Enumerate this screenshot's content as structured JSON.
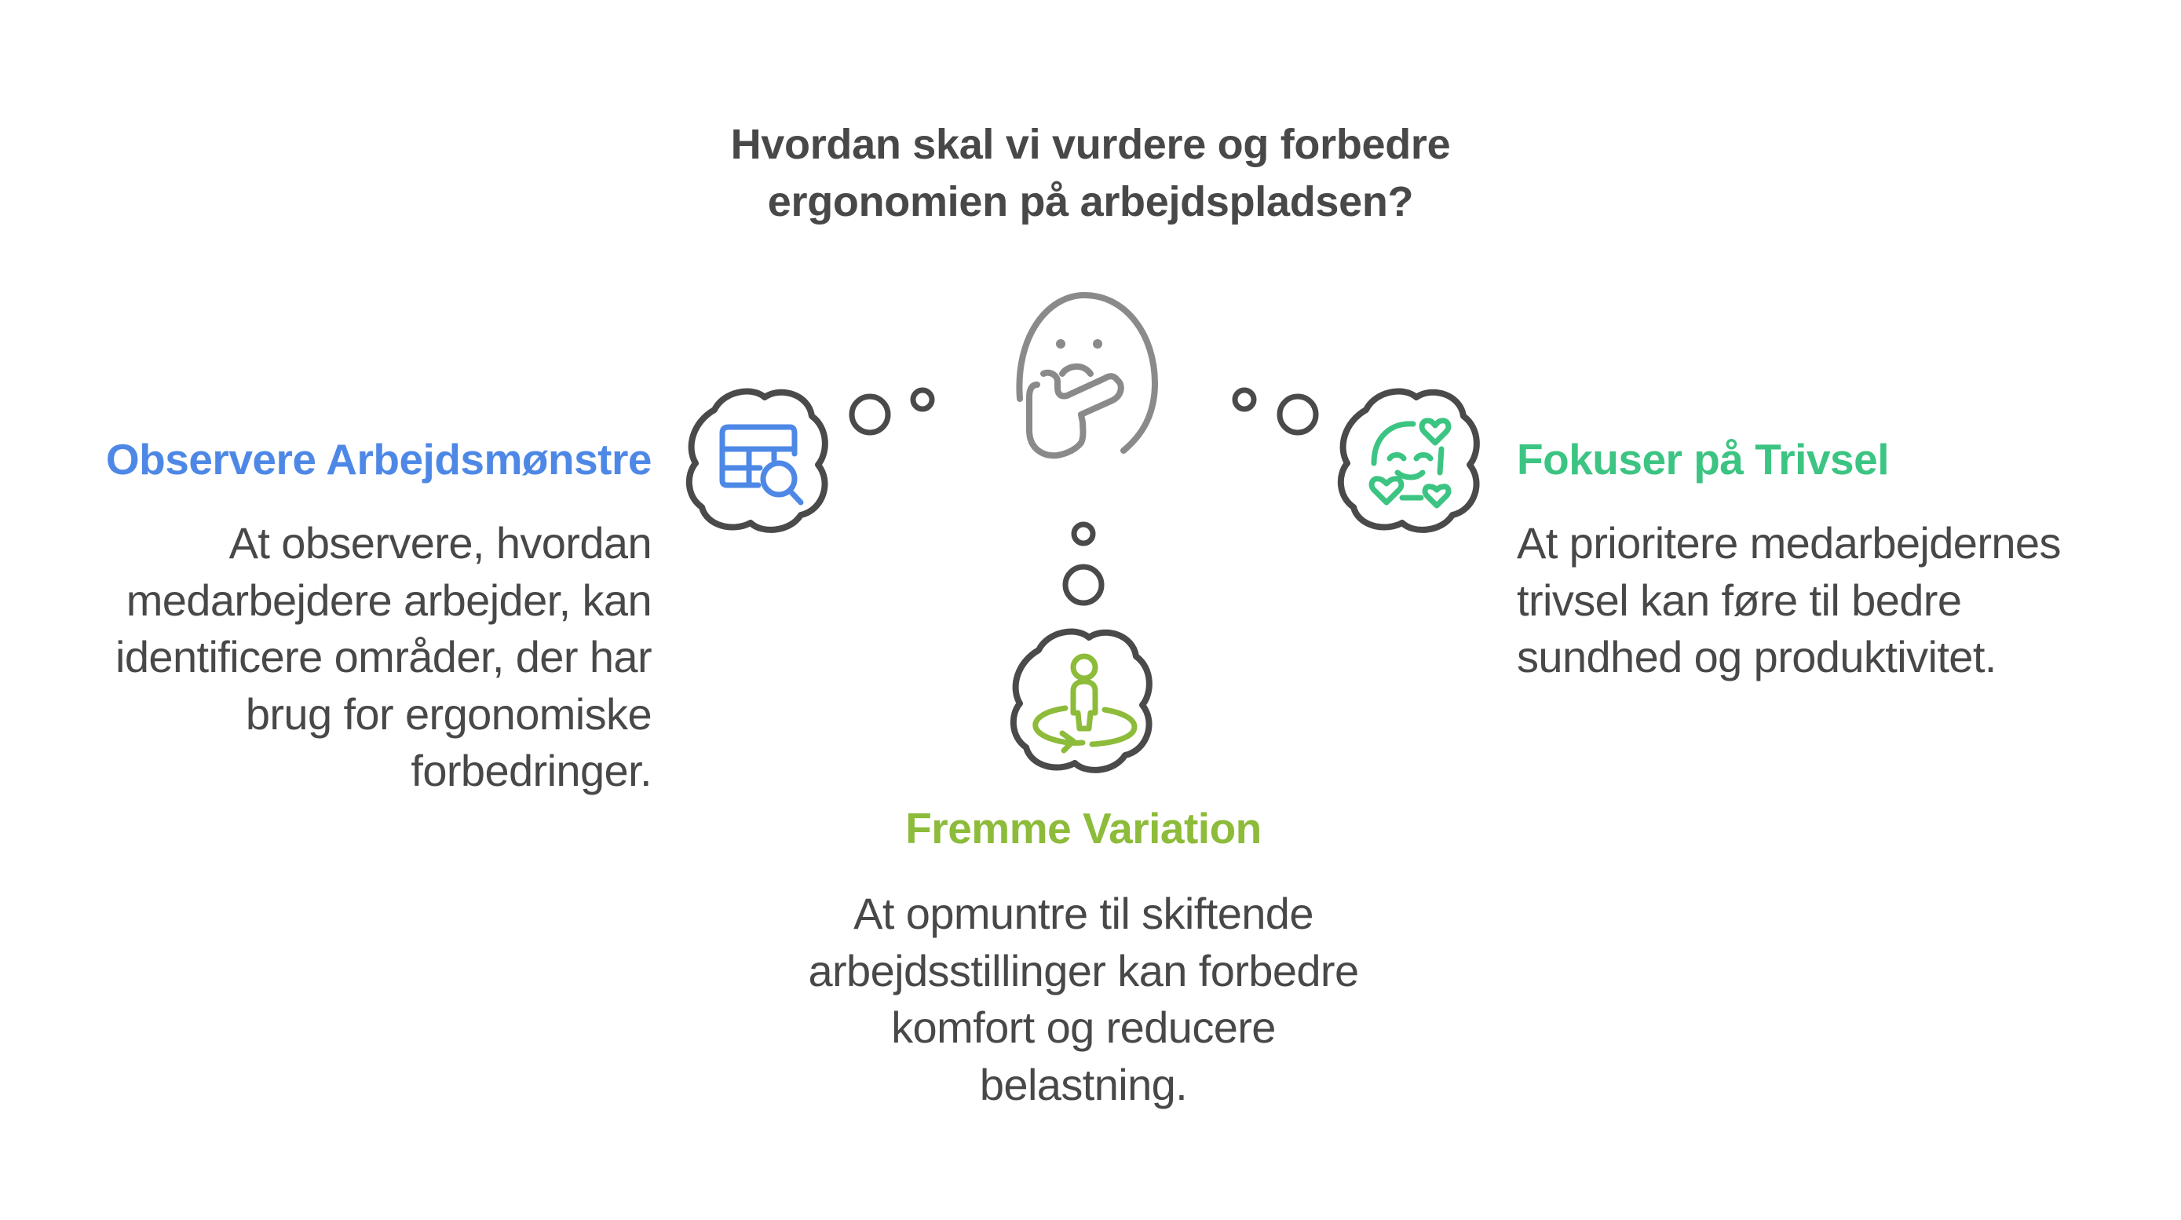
{
  "title": {
    "lines": [
      "Hvordan skal vi vurdere og forbedre",
      "ergonomien på arbejdspladsen?"
    ]
  },
  "center_icon": {
    "icon": "thinking-face-icon",
    "color": "#8a8a8a"
  },
  "options": [
    {
      "id": "observe",
      "heading": "Observere Arbejdsmønstre",
      "heading_color": "#4e88e6",
      "icon": "table-search-icon",
      "body_lines": [
        "At observere, hvordan",
        "medarbejdere arbejder, kan",
        "identificere områder, der har",
        "brug for ergonomiske",
        "forbedringer."
      ]
    },
    {
      "id": "wellbeing",
      "heading": "Fokuser på Trivsel",
      "heading_color": "#3cc482",
      "icon": "smiley-hearts-icon",
      "body_lines": [
        "At prioritere medarbejdernes",
        "trivsel kan føre til bedre",
        "sundhed og produktivitet."
      ]
    },
    {
      "id": "variation",
      "heading": "Fremme Variation",
      "heading_color": "#8dbb3a",
      "icon": "person-rotate-icon",
      "body_lines": [
        "At opmuntre til skiftende",
        "arbejdsstillinger kan forbedre",
        "komfort og reducere",
        "belastning."
      ]
    }
  ],
  "colors": {
    "text": "#484848",
    "outline": "#4a4a4a",
    "background": "#ffffff"
  }
}
